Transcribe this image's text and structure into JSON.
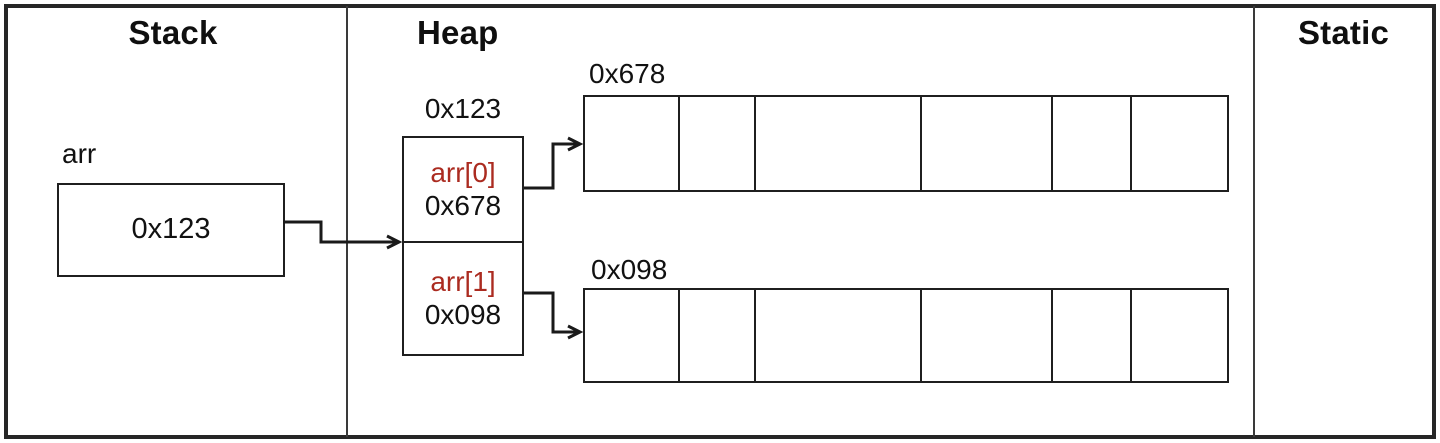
{
  "regions": {
    "stack_title": "Stack",
    "heap_title": "Heap",
    "static_title": "Static"
  },
  "stack": {
    "variable_label": "arr",
    "variable_value": "0x123"
  },
  "heap": {
    "pointer_block": {
      "address_label": "0x123",
      "slots": [
        {
          "index_label": "arr[0]",
          "value": "0x678"
        },
        {
          "index_label": "arr[1]",
          "value": "0x098"
        }
      ]
    },
    "arrays": [
      {
        "address_label": "0x678",
        "cell_count": 6
      },
      {
        "address_label": "0x098",
        "cell_count": 6
      }
    ]
  },
  "static_region": {
    "content": ""
  },
  "colors": {
    "line": "#262626",
    "text": "#111111",
    "index_red": "#ab2b20"
  }
}
